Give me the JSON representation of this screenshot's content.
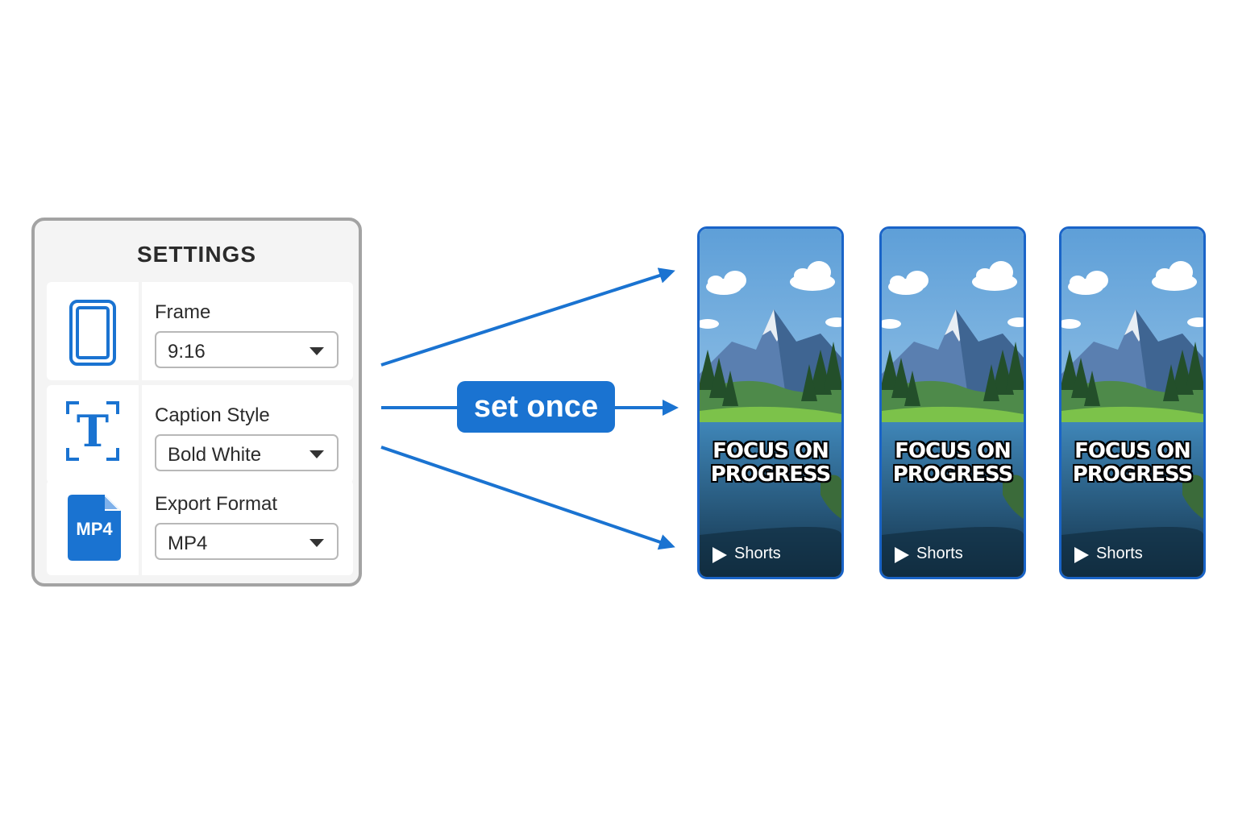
{
  "settings": {
    "title": "SETTINGS",
    "rows": [
      {
        "icon": "portrait-frame-icon",
        "label": "Frame",
        "value": "9:16"
      },
      {
        "icon": "text-caption-icon",
        "label": "Caption Style",
        "value": "Bold White",
        "icon_text": "T"
      },
      {
        "icon": "mp4-file-icon",
        "label": "Export Format",
        "value": "MP4",
        "icon_text": "MP4"
      }
    ]
  },
  "flow": {
    "label": "set once"
  },
  "cards": [
    {
      "caption_line1": "FOCUS ON",
      "caption_line2": "PROGRESS",
      "badge": "Shorts"
    },
    {
      "caption_line1": "FOCUS ON",
      "caption_line2": "PROGRESS",
      "badge": "Shorts"
    },
    {
      "caption_line1": "FOCUS ON",
      "caption_line2": "PROGRESS",
      "badge": "Shorts"
    }
  ],
  "colors": {
    "accent": "#1a73d1",
    "card_border": "#1a64c8",
    "panel_border": "#a3a3a3"
  }
}
